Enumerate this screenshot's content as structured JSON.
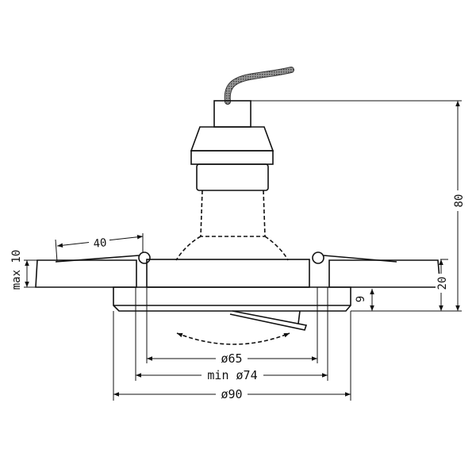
{
  "drawing": {
    "subject": "Recessed downlight with tilting lamp, technical dimension drawing",
    "units": "mm",
    "colors": {
      "line": "#111111",
      "hatch": "#777777",
      "cable": "#555555",
      "background": "#ffffff"
    }
  },
  "dimensions": {
    "overall_height": {
      "label": "80",
      "orientation": "vertical"
    },
    "recess_depth": {
      "label": "20",
      "orientation": "vertical"
    },
    "flange_height": {
      "label": "9",
      "orientation": "vertical"
    },
    "max_ceiling": {
      "label": "max 10",
      "orientation": "vertical"
    },
    "spring_clip": {
      "label": "40",
      "orientation": "slanted"
    },
    "lamp_diameter": {
      "label": "ø65"
    },
    "cutout_diameter": {
      "label": "min ø74"
    },
    "flange_diameter": {
      "label": "ø90"
    }
  }
}
